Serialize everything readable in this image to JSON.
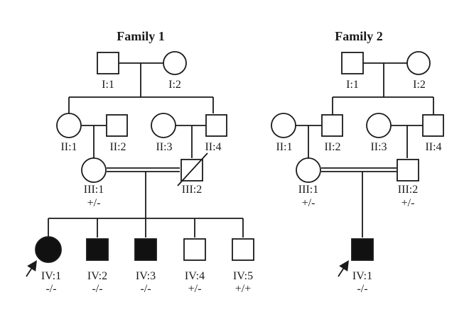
{
  "families": [
    {
      "title": "Family 1",
      "members": [
        {
          "id": "I:1",
          "sex": "male",
          "affected": false,
          "deceased": false,
          "proband": false,
          "genotype": ""
        },
        {
          "id": "I:2",
          "sex": "female",
          "affected": false,
          "deceased": false,
          "proband": false,
          "genotype": ""
        },
        {
          "id": "II:1",
          "sex": "female",
          "affected": false,
          "deceased": false,
          "proband": false,
          "genotype": ""
        },
        {
          "id": "II:2",
          "sex": "male",
          "affected": false,
          "deceased": false,
          "proband": false,
          "genotype": ""
        },
        {
          "id": "II:3",
          "sex": "female",
          "affected": false,
          "deceased": false,
          "proband": false,
          "genotype": ""
        },
        {
          "id": "II:4",
          "sex": "male",
          "affected": false,
          "deceased": false,
          "proband": false,
          "genotype": ""
        },
        {
          "id": "III:1",
          "sex": "female",
          "affected": false,
          "deceased": false,
          "proband": false,
          "genotype": "+/-"
        },
        {
          "id": "III:2",
          "sex": "male",
          "affected": false,
          "deceased": true,
          "proband": false,
          "genotype": ""
        },
        {
          "id": "IV:1",
          "sex": "female",
          "affected": true,
          "deceased": false,
          "proband": true,
          "genotype": "-/-"
        },
        {
          "id": "IV:2",
          "sex": "male",
          "affected": true,
          "deceased": false,
          "proband": false,
          "genotype": "-/-"
        },
        {
          "id": "IV:3",
          "sex": "male",
          "affected": true,
          "deceased": false,
          "proband": false,
          "genotype": "-/-"
        },
        {
          "id": "IV:4",
          "sex": "male",
          "affected": false,
          "deceased": false,
          "proband": false,
          "genotype": "+/-"
        },
        {
          "id": "IV:5",
          "sex": "male",
          "affected": false,
          "deceased": false,
          "proband": false,
          "genotype": "+/+"
        }
      ]
    },
    {
      "title": "Family 2",
      "members": [
        {
          "id": "I:1",
          "sex": "male",
          "affected": false,
          "deceased": false,
          "proband": false,
          "genotype": ""
        },
        {
          "id": "I:2",
          "sex": "female",
          "affected": false,
          "deceased": false,
          "proband": false,
          "genotype": ""
        },
        {
          "id": "II:1",
          "sex": "female",
          "affected": false,
          "deceased": false,
          "proband": false,
          "genotype": ""
        },
        {
          "id": "II:2",
          "sex": "male",
          "affected": false,
          "deceased": false,
          "proband": false,
          "genotype": ""
        },
        {
          "id": "II:3",
          "sex": "female",
          "affected": false,
          "deceased": false,
          "proband": false,
          "genotype": ""
        },
        {
          "id": "II:4",
          "sex": "male",
          "affected": false,
          "deceased": false,
          "proband": false,
          "genotype": ""
        },
        {
          "id": "III:1",
          "sex": "female",
          "affected": false,
          "deceased": false,
          "proband": false,
          "genotype": "+/-"
        },
        {
          "id": "III:2",
          "sex": "male",
          "affected": false,
          "deceased": false,
          "proband": false,
          "genotype": "+/-"
        },
        {
          "id": "IV:1",
          "sex": "male",
          "affected": true,
          "deceased": false,
          "proband": true,
          "genotype": "-/-"
        }
      ]
    }
  ]
}
